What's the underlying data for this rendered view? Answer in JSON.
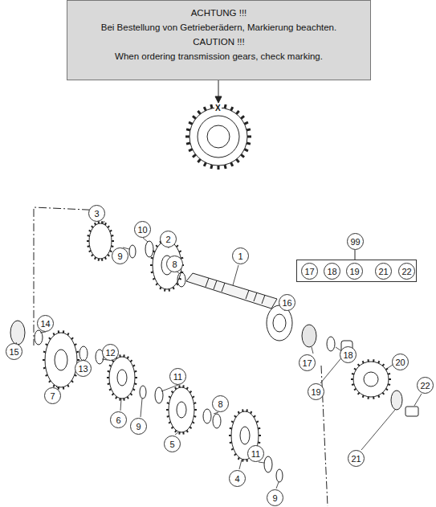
{
  "diagram": {
    "nodes": [
      {
        "text": [
          "ACHTUNG !!!",
          "Bei Bestellung von Getrieberädern, Markierung beachten.",
          "CAUTION !!!",
          "When ordering transmission gears, check marking."
        ]
      },
      {
        "text": [
          "99",
          "17",
          "18",
          "19",
          "21",
          "22"
        ]
      }
    ],
    "labels": [
      "X",
      "3",
      "10",
      "2",
      "9",
      "8",
      "1",
      "16",
      "14",
      "15",
      "13",
      "12",
      "7",
      "11",
      "6",
      "9",
      "8",
      "5",
      "11",
      "4",
      "9",
      "17",
      "18",
      "20",
      "19",
      "22",
      "21"
    ]
  }
}
